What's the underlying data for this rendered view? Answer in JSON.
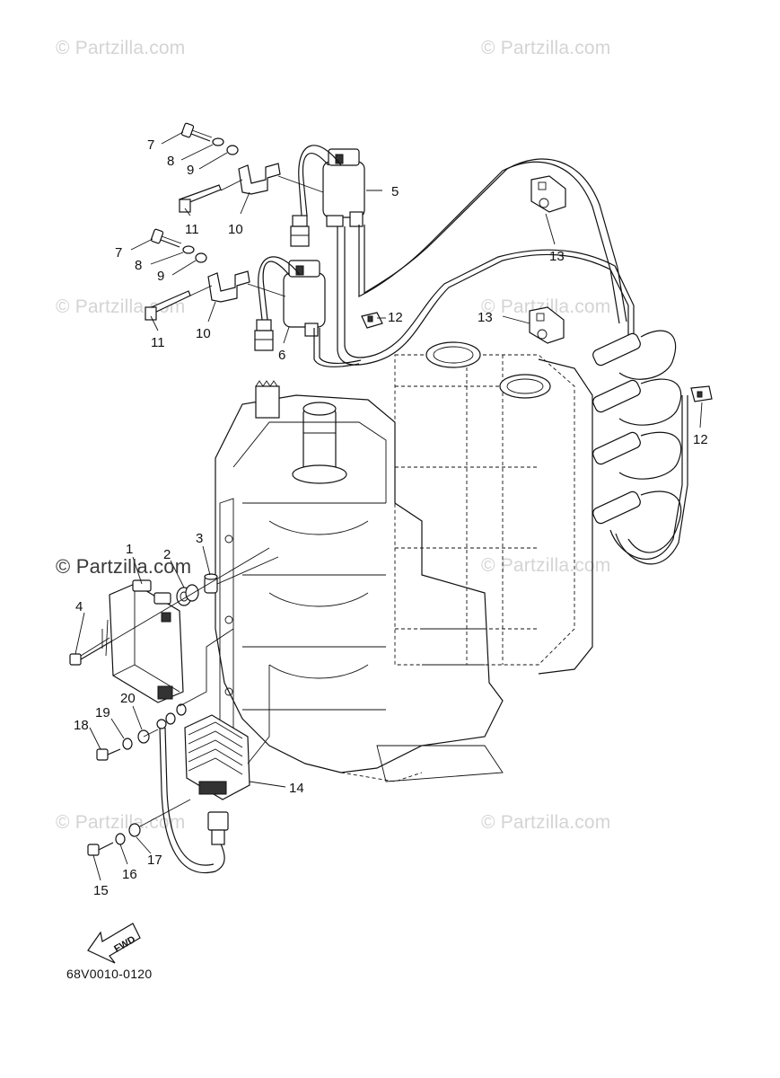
{
  "watermarks": [
    "© Partzilla.com",
    "© Partzilla.com",
    "© Partzilla.com",
    "© Partzilla.com",
    "© Partzilla.com",
    "© Partzilla.com",
    "© Partzilla.com",
    "© Partzilla.com"
  ],
  "diagram_code": "68V0010-0120",
  "fwd_label": "FWD",
  "parts": [
    {
      "id": "p1",
      "label": "1"
    },
    {
      "id": "p2",
      "label": "2"
    },
    {
      "id": "p3",
      "label": "3"
    },
    {
      "id": "p4",
      "label": "4"
    },
    {
      "id": "p5",
      "label": "5"
    },
    {
      "id": "p6",
      "label": "6"
    },
    {
      "id": "p7a",
      "label": "7"
    },
    {
      "id": "p7b",
      "label": "7"
    },
    {
      "id": "p8a",
      "label": "8"
    },
    {
      "id": "p8b",
      "label": "8"
    },
    {
      "id": "p9a",
      "label": "9"
    },
    {
      "id": "p9b",
      "label": "9"
    },
    {
      "id": "p10a",
      "label": "10"
    },
    {
      "id": "p10b",
      "label": "10"
    },
    {
      "id": "p11a",
      "label": "11"
    },
    {
      "id": "p11b",
      "label": "11"
    },
    {
      "id": "p12a",
      "label": "12"
    },
    {
      "id": "p12b",
      "label": "12"
    },
    {
      "id": "p13a",
      "label": "13"
    },
    {
      "id": "p13b",
      "label": "13"
    },
    {
      "id": "p14",
      "label": "14"
    },
    {
      "id": "p15",
      "label": "15"
    },
    {
      "id": "p16",
      "label": "16"
    },
    {
      "id": "p17",
      "label": "17"
    },
    {
      "id": "p18",
      "label": "18"
    },
    {
      "id": "p19",
      "label": "19"
    },
    {
      "id": "p20",
      "label": "20"
    }
  ]
}
